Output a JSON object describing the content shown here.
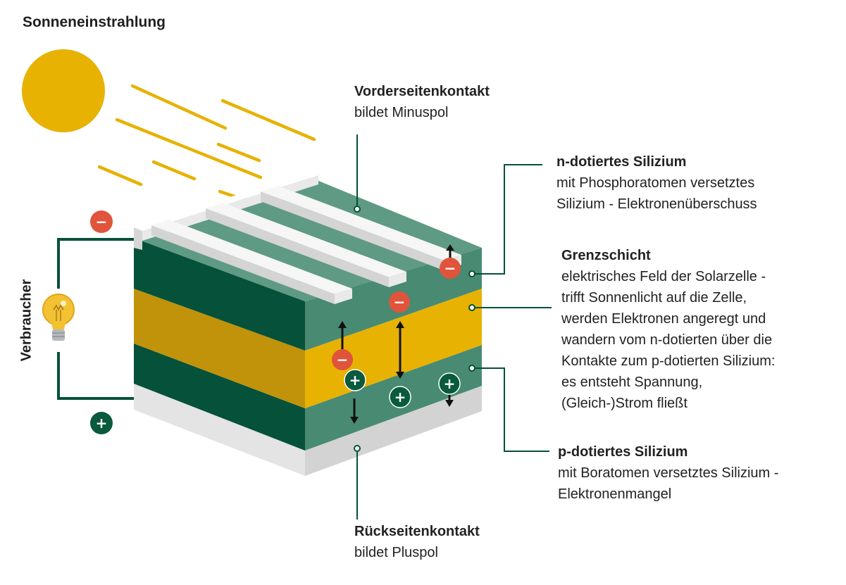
{
  "sun_label": "Sonneneinstrahlung",
  "consumer_label": "Verbraucher",
  "colors": {
    "green_dark": "#05513a",
    "green_mid": "#498a73",
    "yellow": "#e7b202",
    "yellow_dark": "#c0930a",
    "sun": "#e7b202",
    "contact_gray": "#e4e4e4",
    "minus_red": "#e1543c",
    "plus_green": "#0a5a3d"
  },
  "charges": {
    "minus": "−",
    "plus": "+"
  },
  "labels": {
    "front_contact": {
      "title": "Vorderseitenkontakt",
      "desc": [
        "bildet Minuspol"
      ]
    },
    "n_silicon": {
      "title": "n-dotiertes Silizium",
      "desc": [
        "mit Phosphoratomen versetztes",
        "Silizium - Elektronenüberschuss"
      ]
    },
    "junction": {
      "title": "Grenzschicht",
      "desc": [
        "elektrisches Feld der Solarzelle -",
        "trifft Sonnenlicht auf die Zelle,",
        "werden Elektronen angeregt und",
        "wandern vom n-dotierten über die",
        "Kontakte zum p-dotierten Silizium:",
        "es entsteht Spannung,",
        "(Gleich-)Strom fließt"
      ]
    },
    "p_silicon": {
      "title": "p-dotiertes Silizium",
      "desc": [
        "mit Boratomen versetztes Silizium -",
        "Elektronenmangel"
      ]
    },
    "back_contact": {
      "title": "Rückseitenkontakt",
      "desc": [
        "bildet Pluspol"
      ]
    }
  }
}
